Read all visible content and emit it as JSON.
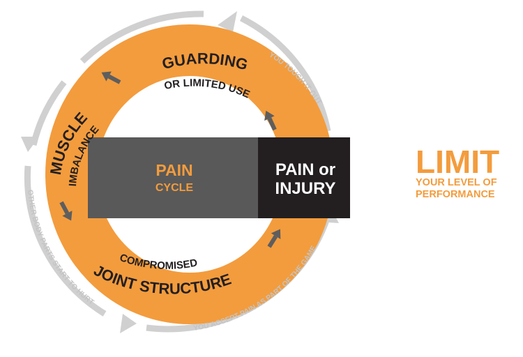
{
  "cycle": {
    "center_line1": "PAIN",
    "center_line2": "CYCLE",
    "box_line1": "PAIN or",
    "box_line2": "INJURY",
    "stages": {
      "guarding_title": "GUARDING",
      "guarding_sub": "OR LIMITED USE",
      "muscle_title": "MUSCLE",
      "muscle_sub": "IMBALANCE",
      "joint_small": "COMPROMISED",
      "joint_title": "JOINT STRUCTURE"
    },
    "outer_labels": {
      "tough_it_out": "YOU TOUGH IT OUT",
      "other_parts": "OTHER BODY PARTS START TO HURT",
      "accept_pain": "YOU ACCEPT PAIN AS PART OF THE GAME"
    }
  },
  "limit": {
    "title": "LIMIT",
    "line1": "YOUR LEVEL OF",
    "line2": "PERFORMANCE"
  },
  "colors": {
    "orange": "#f39c3d",
    "gray_box": "#595959",
    "black_box": "#231f20",
    "outer_gray": "#d0d0d0"
  },
  "icons": [
    "arrow-icon"
  ]
}
